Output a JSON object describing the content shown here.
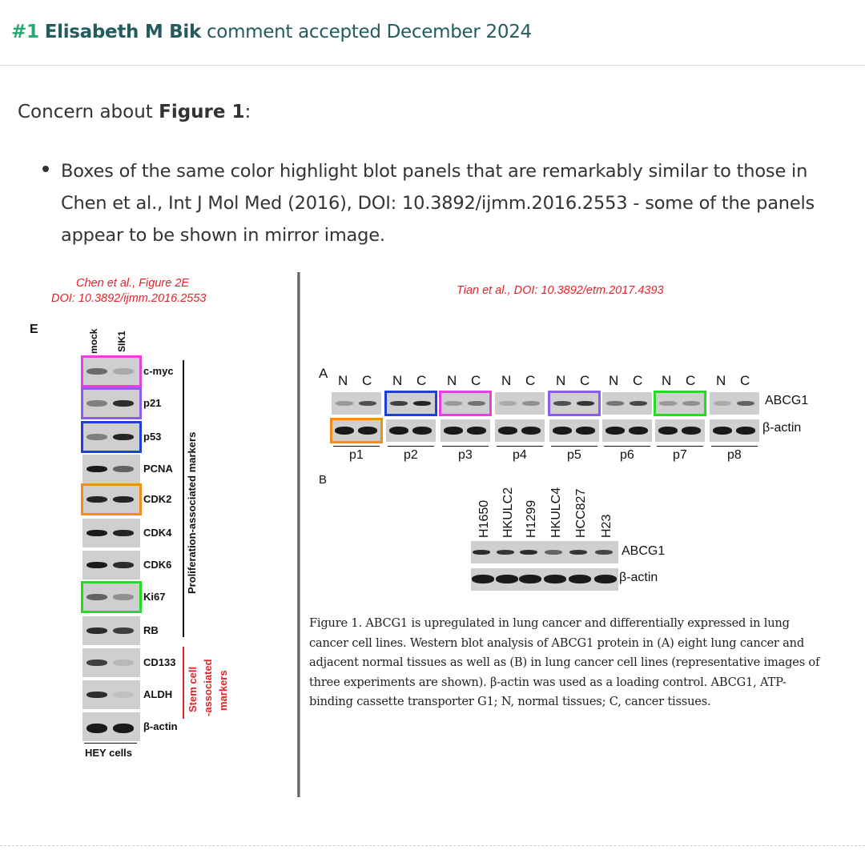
{
  "comment": {
    "number": "#1",
    "author": "Elisabeth M Bik",
    "status": "comment accepted December 2024"
  },
  "concern": {
    "prefix": "Concern about ",
    "figure": "Figure 1",
    "suffix": ":"
  },
  "bullet": "Boxes of the same color highlight blot panels that are remarkably similar to those in Chen et al., Int J Mol Med (2016), DOI: 10.3892/ijmm.2016.2553 - some of the panels appear to be shown in mirror image.",
  "left_figure": {
    "source_line1": "Chen et al., Figure 2E",
    "source_line2": "DOI: 10.3892/ijmm.2016.2553",
    "panel_letter": "E",
    "col_mock": "mock",
    "col_sik1": "SIK1",
    "rows": [
      "c-myc",
      "p21",
      "p53",
      "PCNA",
      "CDK2",
      "CDK4",
      "CDK6",
      "Ki67",
      "RB",
      "CD133",
      "ALDH",
      "β-actin"
    ],
    "group1": "Proliferation-associated markers",
    "group2_line1": "Stem cell",
    "group2_line2": "-associated",
    "group2_line3": "markers",
    "cells": "HEY cells"
  },
  "right_figure": {
    "source": "Tian et al., DOI: 10.3892/etm.2017.4393",
    "panel_a": "A",
    "panel_b": "B",
    "nc_labels": [
      "N",
      "C",
      "N",
      "C",
      "N",
      "C",
      "N",
      "C",
      "N",
      "C",
      "N",
      "C",
      "N",
      "C",
      "N",
      "C"
    ],
    "patients": [
      "p1",
      "p2",
      "p3",
      "p4",
      "p5",
      "p6",
      "p7",
      "p8"
    ],
    "row_abcg1": "ABCG1",
    "row_actin": "β-actin",
    "cell_lines": [
      "H1650",
      "HKULC2",
      "H1299",
      "HKULC4",
      "HCC827",
      "H23"
    ],
    "b_abcg1": "ABCG1",
    "b_actin": "β-actin",
    "caption": "Figure 1. ABCG1 is upregulated in lung cancer and differentially expressed in lung cancer cell lines. Western blot analysis of ABCG1 protein in (A) eight lung cancer and adjacent normal tissues as well as (B) in lung cancer cell lines (representative images of three experiments are shown). β-actin was used as a loading control. ABCG1, ATP-binding cassette transporter G1; N, normal tissues; C, cancer tissues."
  },
  "colors": {
    "magenta": "#e83ee8",
    "purple": "#8b5cf0",
    "blue": "#1f3fd6",
    "orange": "#f0901a",
    "green": "#22dd22",
    "red_text": "#e3232a"
  }
}
